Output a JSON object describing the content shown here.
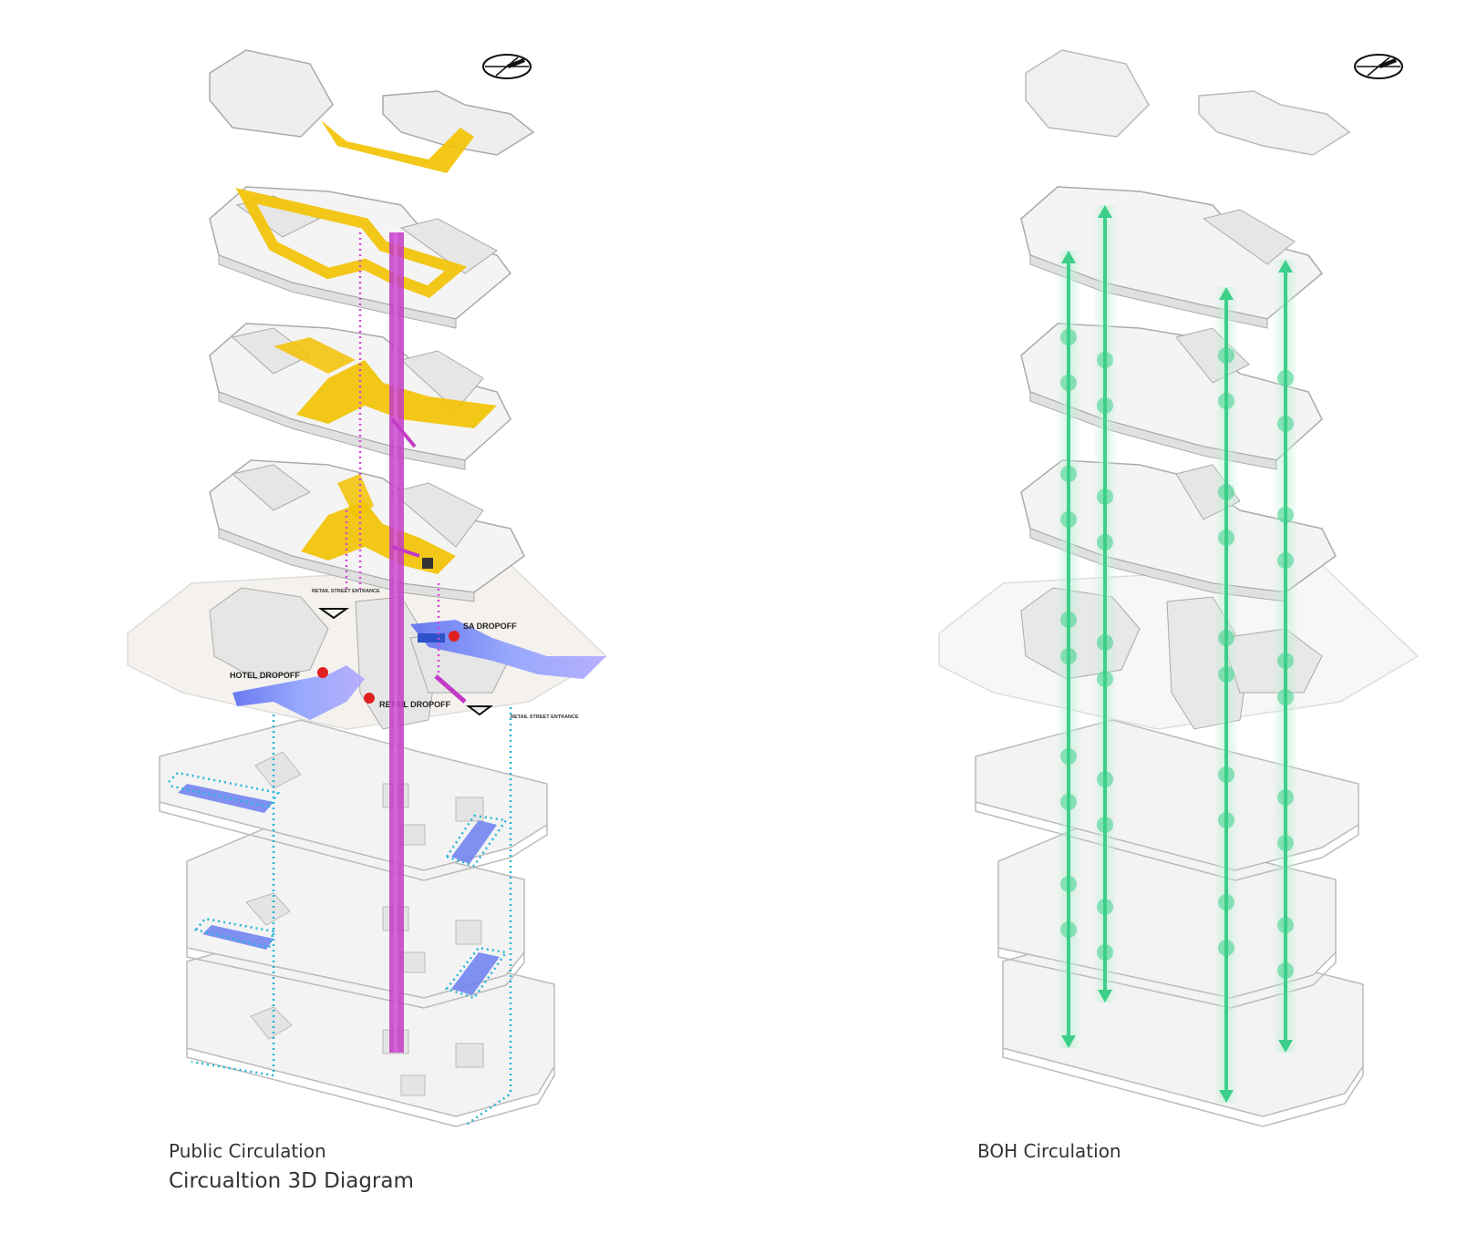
{
  "colors": {
    "floor_fill": "#f1f1f1",
    "floor_stroke": "#bdbdbd",
    "block_fill": "#e3e3e3",
    "public_path": "#f2c200",
    "main_core": "#c23bc6",
    "vertical_dotted": "#d447d6",
    "ground_blue": "#6f7ff0",
    "escalator_dotted": "#27b5d6",
    "dropoff_dot": "#e02020",
    "boh_green": "#3dcf8a"
  },
  "left_diagram": {
    "caption": "Public Circulation",
    "title": "Circualtion 3D Diagram",
    "labels": {
      "retail_street_entrance_top": "RETAIL STREET ENTRANCE",
      "sa_dropoff": "SA DROPOFF",
      "hotel_dropoff": "HOTEL DROPOFF",
      "retail_dropoff": "RETAIL DROPOFF",
      "retail_street_entrance_bottom": "RETAIL STREET ENTRANCE"
    }
  },
  "right_diagram": {
    "caption": "BOH Circulation"
  },
  "icons": {
    "north_arrow_left": "north-arrow-icon",
    "north_arrow_right": "north-arrow-icon"
  }
}
